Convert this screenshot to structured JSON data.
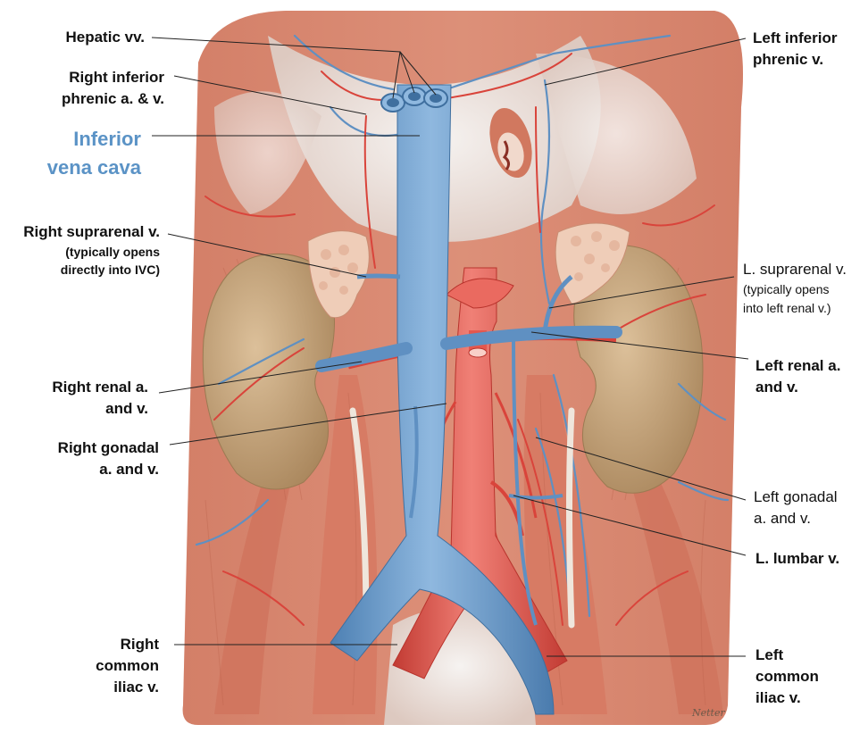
{
  "labels": {
    "hepatic": "Hepatic vv.",
    "right_inf_phrenic_1": "Right inferior",
    "right_inf_phrenic_2": "phrenic a. & v.",
    "ivc_1": "Inferior",
    "ivc_2": "vena cava",
    "right_suprarenal_1": "Right suprarenal v.",
    "right_suprarenal_2": "(typically opens",
    "right_suprarenal_3": "directly into IVC)",
    "right_renal_1": "Right renal a.",
    "right_renal_2": "and v.",
    "right_gonadal_1": "Right gonadal",
    "right_gonadal_2": "a. and v.",
    "right_common_iliac_1": "Right",
    "right_common_iliac_2": "common",
    "right_common_iliac_3": "iliac v.",
    "left_inf_phrenic_1": "Left inferior",
    "left_inf_phrenic_2": "phrenic v.",
    "left_suprarenal_1": "L. suprarenal v.",
    "left_suprarenal_2": "(typically opens",
    "left_suprarenal_3": "into left renal v.)",
    "left_renal_1": "Left renal a.",
    "left_renal_2": "and v.",
    "left_gonadal_1": "Left gonadal",
    "left_gonadal_2": "a. and v.",
    "left_lumbar": "L. lumbar v.",
    "left_common_iliac_1": "Left",
    "left_common_iliac_2": "common",
    "left_common_iliac_3": "iliac v."
  },
  "signature": "Netter",
  "colors": {
    "vein": "#6f9fce",
    "vein_dark": "#3f6f9f",
    "artery": "#e4574e",
    "artery_dark": "#b8332c",
    "muscle": "#d98a72",
    "muscle_dark": "#b9604a",
    "kidney": "#c9a77c",
    "adrenal": "#efcdb8",
    "tendon": "#ece6e2",
    "ivc_label": "#5b93c6"
  }
}
